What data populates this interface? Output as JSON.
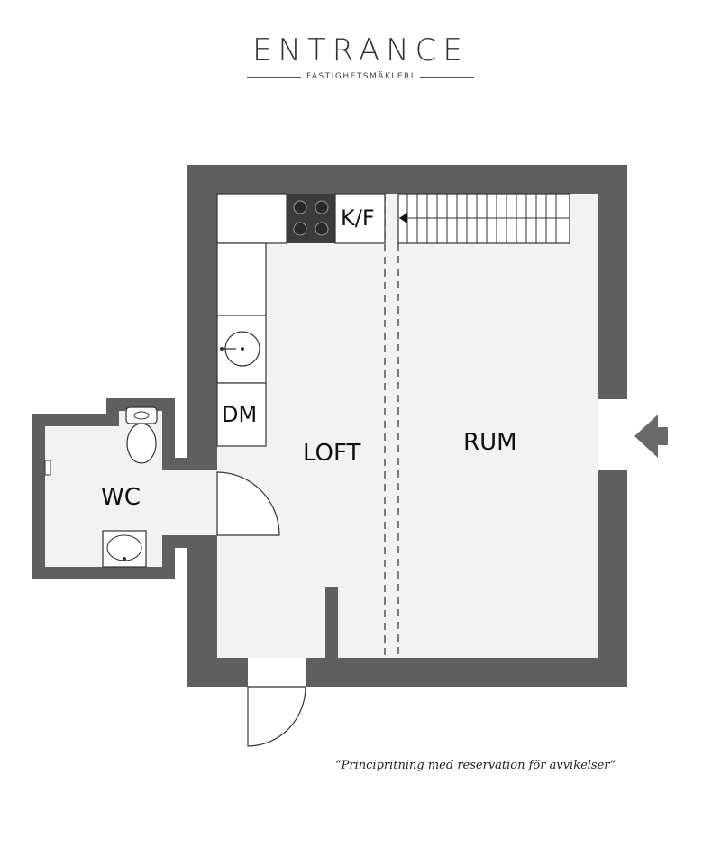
{
  "brand": {
    "name": "ENTRANCE",
    "subtitle": "FASTIGHETSMÄKLERI"
  },
  "rooms": {
    "kitchen": "K/F",
    "dishwasher": "DM",
    "loft": "LOFT",
    "room": "RUM",
    "wc": "WC"
  },
  "disclaimer": "“Principritning med reservation för avvikelser”",
  "colors": {
    "wall": "#5f5f5f",
    "floor": "#f2f2f2",
    "fixture_stroke": "#333333",
    "stove": "#3c3c3c"
  }
}
